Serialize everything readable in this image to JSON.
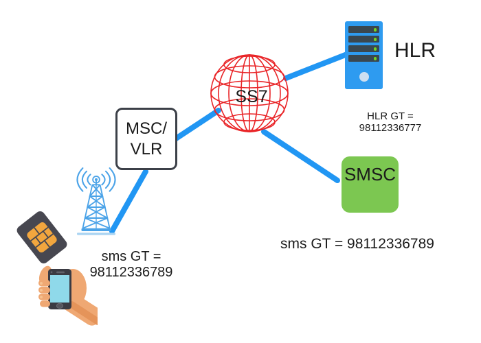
{
  "nodes": {
    "msc_vlr": {
      "line1": "MSC/",
      "line2": "VLR"
    },
    "ss7": {
      "label": "SS7"
    },
    "hlr": {
      "label": "HLR",
      "gt": "HLR GT = 98112336777"
    },
    "smsc": {
      "label": "SMSC",
      "gt": "sms GT = 98112336789"
    },
    "subscriber": {
      "gt": "sms GT = 98112336789"
    }
  },
  "links": [
    {
      "from": "msc-vlr",
      "to": "ss7"
    },
    {
      "from": "ss7",
      "to": "hlr"
    },
    {
      "from": "ss7",
      "to": "smsc"
    },
    {
      "from": "msc-vlr",
      "to": "cell-tower"
    }
  ],
  "icons": {
    "hlr": "server-icon",
    "ss7": "globe-icon",
    "access": "cell-tower-icon",
    "subscriber_sim": "sim-card-icon",
    "subscriber_phone": "hand-holding-phone-icon"
  },
  "colors": {
    "link_blue": "#2196F3",
    "globe_red": "#E92427",
    "smsc_green": "#7CC751",
    "server_blue": "#2E9BF0",
    "server_slot_dark": "#3A4750",
    "led_green": "#6FD427",
    "tower_blue": "#4BA3E8",
    "sim_body_gray": "#474750",
    "sim_chip_orange": "#F2A63E",
    "hand_skin": "#EFA873",
    "phone_screen_cyan": "#8FD9EA",
    "text_dark": "#1B1B1B",
    "msc_border_gray": "#3C4048",
    "background": "#FFFFFF"
  }
}
